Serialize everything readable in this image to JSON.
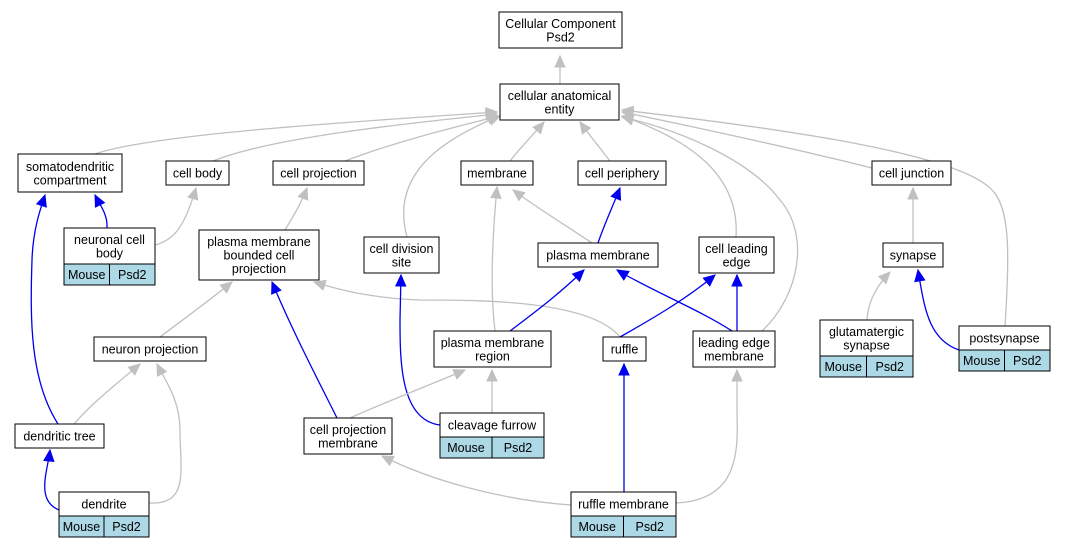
{
  "nodes": {
    "root": {
      "lines": [
        "Cellular Component",
        "Psd2"
      ]
    },
    "cae": {
      "lines": [
        "cellular anatomical",
        "entity"
      ]
    },
    "somato": {
      "lines": [
        "somatodendritic",
        "compartment"
      ]
    },
    "cellbody": {
      "lines": [
        "cell body"
      ]
    },
    "cellproj": {
      "lines": [
        "cell projection"
      ]
    },
    "membrane": {
      "lines": [
        "membrane"
      ]
    },
    "periphery": {
      "lines": [
        "cell periphery"
      ]
    },
    "junction": {
      "lines": [
        "cell junction"
      ]
    },
    "neuronbody": {
      "lines": [
        "neuronal cell",
        "body"
      ],
      "annotations": [
        "Mouse",
        "Psd2"
      ]
    },
    "pmbcp": {
      "lines": [
        "plasma membrane",
        "bounded cell",
        "projection"
      ]
    },
    "division": {
      "lines": [
        "cell division",
        "site"
      ]
    },
    "pm": {
      "lines": [
        "plasma membrane"
      ]
    },
    "leading": {
      "lines": [
        "cell leading",
        "edge"
      ]
    },
    "synapse": {
      "lines": [
        "synapse"
      ]
    },
    "neuronproj": {
      "lines": [
        "neuron projection"
      ]
    },
    "pmregion": {
      "lines": [
        "plasma membrane",
        "region"
      ]
    },
    "ruffle": {
      "lines": [
        "ruffle"
      ]
    },
    "lem": {
      "lines": [
        "leading edge",
        "membrane"
      ]
    },
    "glut": {
      "lines": [
        "glutamatergic",
        "synapse"
      ],
      "annotations": [
        "Mouse",
        "Psd2"
      ]
    },
    "postsyn": {
      "lines": [
        "postsynapse"
      ],
      "annotations": [
        "Mouse",
        "Psd2"
      ]
    },
    "dtree": {
      "lines": [
        "dendritic tree"
      ]
    },
    "cpm": {
      "lines": [
        "cell projection",
        "membrane"
      ]
    },
    "furrow": {
      "lines": [
        "cleavage furrow"
      ],
      "annotations": [
        "Mouse",
        "Psd2"
      ]
    },
    "dendrite": {
      "lines": [
        "dendrite"
      ],
      "annotations": [
        "Mouse",
        "Psd2"
      ]
    },
    "rufflemem": {
      "lines": [
        "ruffle membrane"
      ],
      "annotations": [
        "Mouse",
        "Psd2"
      ]
    }
  },
  "edges": [
    {
      "from": "cae",
      "to": "root",
      "type": "isa"
    },
    {
      "from": "somato",
      "to": "cae",
      "type": "isa"
    },
    {
      "from": "cellbody",
      "to": "cae",
      "type": "isa"
    },
    {
      "from": "cellproj",
      "to": "cae",
      "type": "isa"
    },
    {
      "from": "membrane",
      "to": "cae",
      "type": "isa"
    },
    {
      "from": "periphery",
      "to": "cae",
      "type": "isa"
    },
    {
      "from": "junction",
      "to": "cae",
      "type": "isa"
    },
    {
      "from": "division",
      "to": "cae",
      "type": "isa"
    },
    {
      "from": "leading",
      "to": "cae",
      "type": "isa"
    },
    {
      "from": "lem",
      "to": "cae",
      "type": "isa"
    },
    {
      "from": "postsyn",
      "to": "cae",
      "type": "isa"
    },
    {
      "from": "neuronbody",
      "to": "somato",
      "type": "partof"
    },
    {
      "from": "neuronbody",
      "to": "cellbody",
      "type": "isa"
    },
    {
      "from": "pmbcp",
      "to": "cellproj",
      "type": "isa"
    },
    {
      "from": "pm",
      "to": "membrane",
      "type": "isa"
    },
    {
      "from": "pm",
      "to": "periphery",
      "type": "partof"
    },
    {
      "from": "synapse",
      "to": "junction",
      "type": "isa"
    },
    {
      "from": "neuronproj",
      "to": "pmbcp",
      "type": "isa"
    },
    {
      "from": "ruffle",
      "to": "pmbcp",
      "type": "isa"
    },
    {
      "from": "cpm",
      "to": "pmbcp",
      "type": "partof"
    },
    {
      "from": "furrow",
      "to": "division",
      "type": "partof"
    },
    {
      "from": "pmregion",
      "to": "pm",
      "type": "partof"
    },
    {
      "from": "pmregion",
      "to": "membrane",
      "type": "isa"
    },
    {
      "from": "lem",
      "to": "pm",
      "type": "partof"
    },
    {
      "from": "ruffle",
      "to": "leading",
      "type": "partof"
    },
    {
      "from": "lem",
      "to": "leading",
      "type": "partof"
    },
    {
      "from": "glut",
      "to": "synapse",
      "type": "isa"
    },
    {
      "from": "postsyn",
      "to": "synapse",
      "type": "partof"
    },
    {
      "from": "dtree",
      "to": "neuronproj",
      "type": "isa"
    },
    {
      "from": "dendrite",
      "to": "neuronproj",
      "type": "isa"
    },
    {
      "from": "dtree",
      "to": "somato",
      "type": "partof"
    },
    {
      "from": "cpm",
      "to": "pmregion",
      "type": "isa"
    },
    {
      "from": "furrow",
      "to": "pmregion",
      "type": "isa"
    },
    {
      "from": "rufflemem",
      "to": "ruffle",
      "type": "partof"
    },
    {
      "from": "rufflemem",
      "to": "cpm",
      "type": "isa"
    },
    {
      "from": "rufflemem",
      "to": "lem",
      "type": "isa"
    },
    {
      "from": "dendrite",
      "to": "dtree",
      "type": "partof"
    }
  ]
}
